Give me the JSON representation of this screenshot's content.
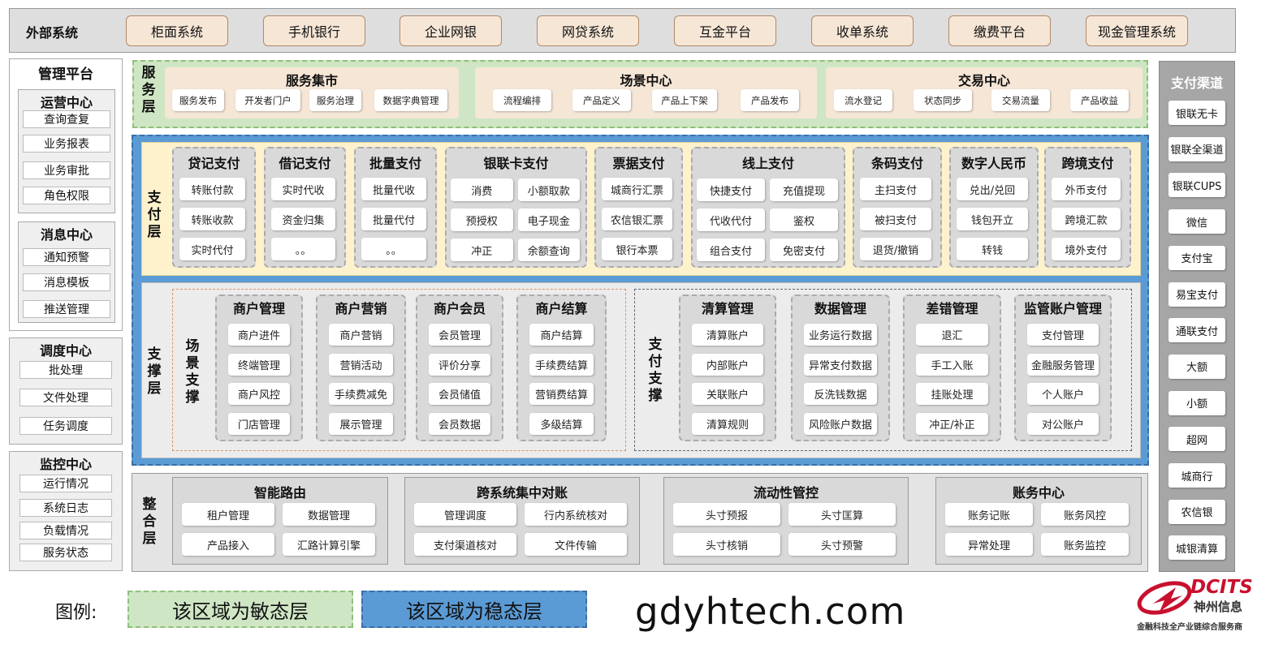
{
  "external": {
    "title": "外部系统",
    "items": [
      "柜面系统",
      "手机银行",
      "企业网银",
      "网贷系统",
      "互金平台",
      "收单系统",
      "缴费平台",
      "现金管理系统"
    ]
  },
  "management": {
    "title": "管理平台",
    "ops": {
      "title": "运营中心",
      "items": [
        "查询查复",
        "业务报表",
        "业务审批",
        "角色权限"
      ]
    },
    "msg": {
      "title": "消息中心",
      "items": [
        "通知预警",
        "消息模板",
        "推送管理"
      ]
    },
    "sched": {
      "title": "调度中心",
      "items": [
        "批处理",
        "文件处理",
        "任务调度"
      ]
    },
    "monitor": {
      "title": "监控中心",
      "items": [
        "运行情况",
        "系统日志",
        "负载情况",
        "服务状态"
      ]
    }
  },
  "service_layer": {
    "label": "服务层",
    "groups": [
      {
        "title": "服务集市",
        "items": [
          "服务发布",
          "开发者门户",
          "服务治理",
          "数据字典管理"
        ]
      },
      {
        "title": "场景中心",
        "items": [
          "流程编排",
          "产品定义",
          "产品上下架",
          "产品发布"
        ]
      },
      {
        "title": "交易中心",
        "items": [
          "流水登记",
          "状态同步",
          "交易流量",
          "产品收益"
        ]
      }
    ]
  },
  "payment_layer": {
    "label": "支付层",
    "groups": [
      {
        "title": "贷记支付",
        "items": [
          "转账付款",
          "转账收款",
          "实时代付"
        ]
      },
      {
        "title": "借记支付",
        "items": [
          "实时代收",
          "资金归集",
          "。。"
        ]
      },
      {
        "title": "批量支付",
        "items": [
          "批量代收",
          "批量代付",
          "。。"
        ]
      },
      {
        "title": "银联卡支付",
        "items": [
          "消费",
          "小额取款",
          "预授权",
          "电子现金",
          "冲正",
          "余额查询"
        ]
      },
      {
        "title": "票据支付",
        "items": [
          "城商行汇票",
          "农信银汇票",
          "银行本票"
        ]
      },
      {
        "title": "线上支付",
        "items": [
          "快捷支付",
          "充值提现",
          "代收代付",
          "鉴权",
          "组合支付",
          "免密支付"
        ]
      },
      {
        "title": "条码支付",
        "items": [
          "主扫支付",
          "被扫支付",
          "退货/撤销"
        ]
      },
      {
        "title": "数字人民币",
        "items": [
          "兑出/兑回",
          "钱包开立",
          "转钱"
        ]
      },
      {
        "title": "跨境支付",
        "items": [
          "外币支付",
          "跨境汇款",
          "境外支付"
        ]
      }
    ]
  },
  "support_layer": {
    "label": "支撑层",
    "scene": {
      "label": "场景支撑",
      "groups": [
        {
          "title": "商户管理",
          "items": [
            "商户进件",
            "终端管理",
            "商户风控",
            "门店管理"
          ]
        },
        {
          "title": "商户营销",
          "items": [
            "商户营销",
            "营销活动",
            "手续费减免",
            "展示管理"
          ]
        },
        {
          "title": "商户会员",
          "items": [
            "会员管理",
            "评价分享",
            "会员储值",
            "会员数据"
          ]
        },
        {
          "title": "商户结算",
          "items": [
            "商户结算",
            "手续费结算",
            "营销费结算",
            "多级结算"
          ]
        }
      ]
    },
    "pay": {
      "label": "支付支撑",
      "groups": [
        {
          "title": "清算管理",
          "items": [
            "清算账户",
            "内部账户",
            "关联账户",
            "清算规则"
          ]
        },
        {
          "title": "数据管理",
          "items": [
            "业务运行数据",
            "异常支付数据",
            "反洗钱数据",
            "风险账户数据"
          ]
        },
        {
          "title": "差错管理",
          "items": [
            "退汇",
            "手工入账",
            "挂账处理",
            "冲正/补正"
          ]
        },
        {
          "title": "监管账户管理",
          "items": [
            "支付管理",
            "金融服务管理",
            "个人账户",
            "对公账户"
          ]
        }
      ]
    }
  },
  "integration_layer": {
    "label": "整合层",
    "groups": [
      {
        "title": "智能路由",
        "items": [
          "租户管理",
          "数据管理",
          "产品接入",
          "汇路计算引擎"
        ]
      },
      {
        "title": "跨系统集中对账",
        "items": [
          "管理调度",
          "行内系统核对",
          "支付渠道核对",
          "文件传输"
        ]
      },
      {
        "title": "流动性管控",
        "items": [
          "头寸预报",
          "头寸匡算",
          "头寸核销",
          "头寸预警"
        ]
      },
      {
        "title": "账务中心",
        "items": [
          "账务记账",
          "账务风控",
          "异常处理",
          "账务监控"
        ]
      }
    ]
  },
  "channels": {
    "title": "支付渠道",
    "items": [
      "银联无卡",
      "银联全渠道",
      "银联CUPS",
      "微信",
      "支付宝",
      "易宝支付",
      "通联支付",
      "大额",
      "小额",
      "超网",
      "城商行",
      "农信银",
      "城银清算"
    ]
  },
  "legend": {
    "label": "图例:",
    "agile": "该区域为敏态层",
    "stable": "该区域为稳态层"
  },
  "watermark": "gdyhtech.com",
  "logo": {
    "brand": "DCITS",
    "cn": "神州信息",
    "tagline": "金融科技全产业链综合服务商"
  },
  "colors": {
    "agile_fill": "#cfe6c4",
    "stable_fill": "#5b9bd5",
    "payment_fill": "#fdf2cc",
    "ext_fill": "#f6e6d6"
  }
}
